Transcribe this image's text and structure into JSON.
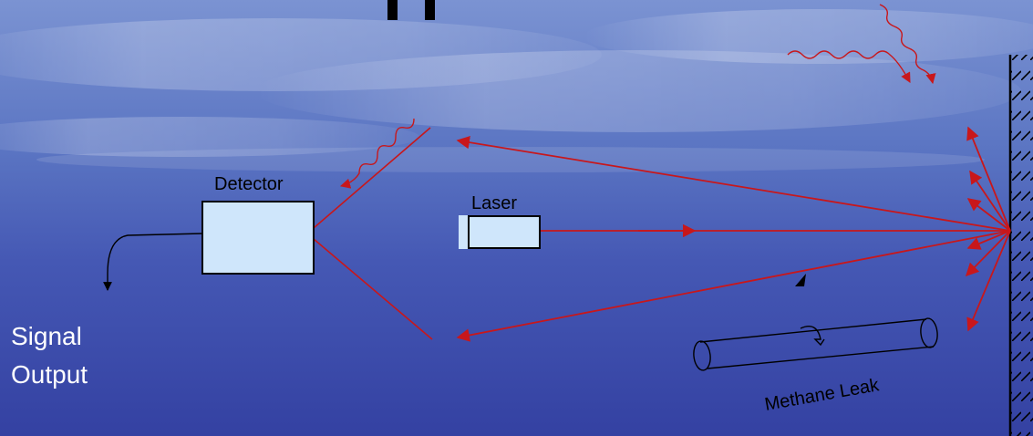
{
  "labels": {
    "detector": "Detector",
    "laser": "Laser",
    "signal_line1": "Signal",
    "signal_line2": "Output",
    "methane": "Methane Leak"
  },
  "colors": {
    "background_top": "#6a86cc",
    "background_mid": "#4660b8",
    "background_bottom": "#3845a6",
    "box_fill": "#cfe6fb",
    "beam": "#c8171b",
    "ink": "#000000",
    "text_light": "#ffffff"
  },
  "icons": {
    "reflector": "hatched-wall",
    "sunlight": "wavy-arrow"
  }
}
